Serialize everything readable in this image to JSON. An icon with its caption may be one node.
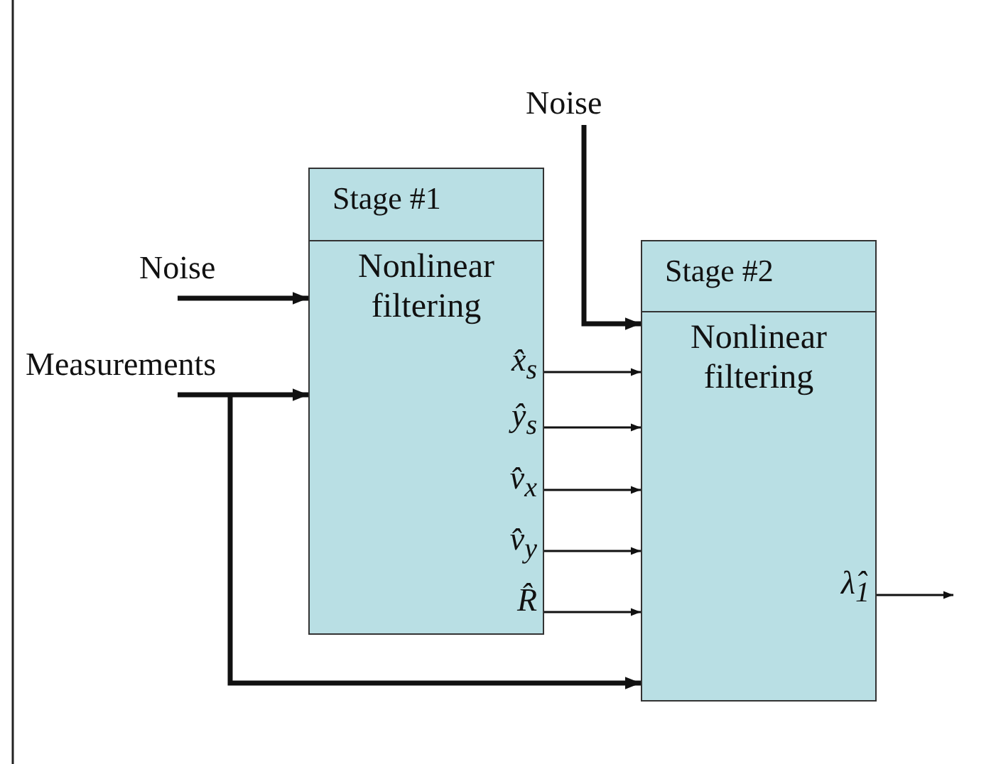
{
  "diagram": {
    "nodes": [
      {
        "text": [
          "Noise"
        ]
      },
      {
        "text": [
          "Stage #1",
          "Nonlinear filtering",
          "x̂$_{s}$",
          "ŷ$_{s}$",
          "v̂$_{x}$",
          "v̂$_{y}$",
          "R̂"
        ]
      },
      {
        "text": [
          "Stage #2",
          "Nonlinear filtering",
          "λ̂$_{1}$"
        ]
      },
      {
        "text": [
          "Noise"
        ]
      },
      {
        "text": [
          "Measurements"
        ]
      }
    ],
    "edges": [
      {
        "from": 3,
        "to": 1,
        "arrow": "to",
        "style": "thick"
      },
      {
        "from": 4,
        "to": 1,
        "arrow": "to",
        "style": "thick"
      },
      {
        "from": 4,
        "to": 2,
        "arrow": "to",
        "style": "thick"
      },
      {
        "from": 0,
        "to": 2,
        "arrow": "to",
        "style": "thick"
      },
      {
        "from": 1,
        "to": 2,
        "arrow": "to"
      },
      {
        "from": 1,
        "to": 2,
        "arrow": "to"
      },
      {
        "from": 1,
        "to": 2,
        "arrow": "to"
      },
      {
        "from": 1,
        "to": 2,
        "arrow": "to"
      },
      {
        "from": 1,
        "to": 2,
        "arrow": "to"
      },
      {
        "from": 2,
        "to": null,
        "arrow": "to"
      }
    ]
  }
}
